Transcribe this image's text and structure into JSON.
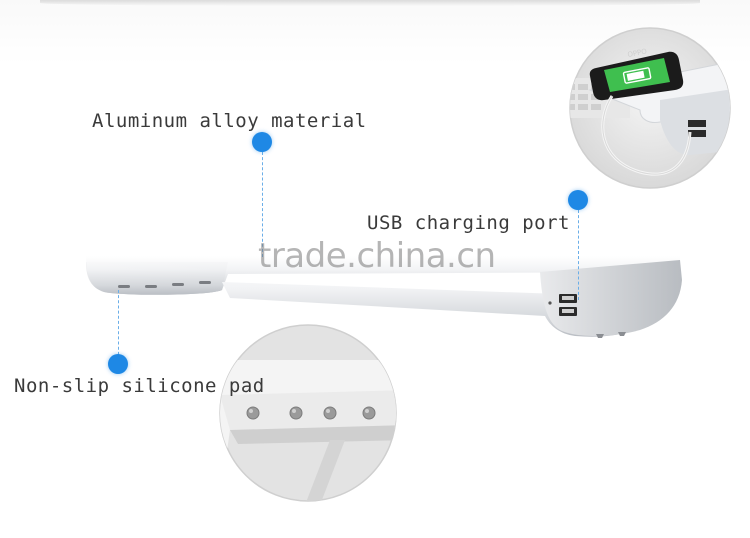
{
  "labels": {
    "aluminum": "Aluminum alloy material",
    "usb": "USB charging port",
    "nonslip": "Non-slip silicone pad"
  },
  "watermark": "trade.china.cn",
  "phone_screen_text": "OPPO",
  "colors": {
    "accent_dot": "#1e88e5",
    "dashed_line": "#6aaee8",
    "label_text": "#3a3a3a",
    "aluminum": "#c9ccd1",
    "phone_screen": "#3fbf4f"
  },
  "icons": [
    "usb-port-icon",
    "battery-charging-icon"
  ]
}
